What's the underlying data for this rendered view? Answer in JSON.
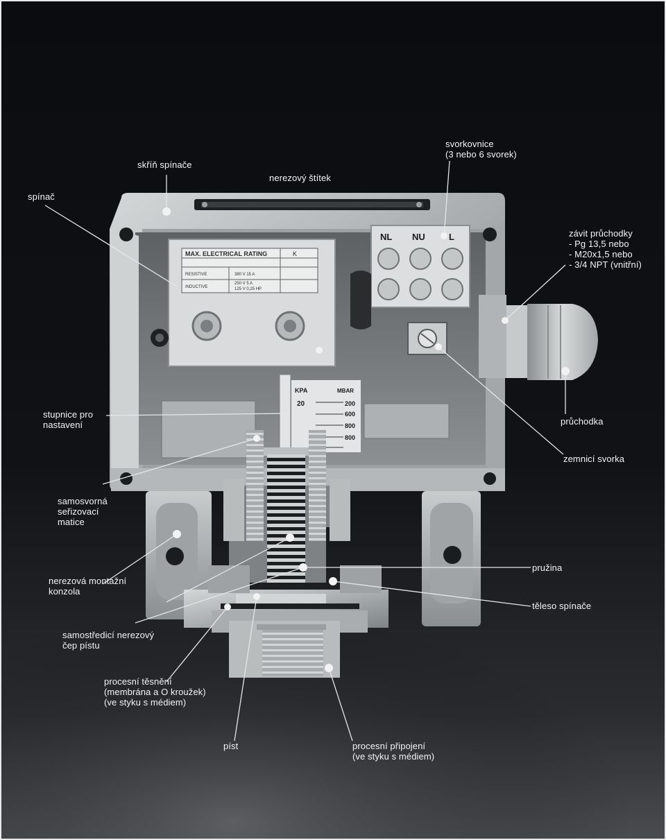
{
  "labels": {
    "skrin_spinace": "skříň spínače",
    "nerezovy_stitek": "nerezový štítek",
    "svorkovnice": [
      "svorkovnice",
      "(3 nebo 6 svorek)"
    ],
    "spinac": "spínač",
    "zavit_pruchodky": [
      "závit průchodky",
      "- Pg 13,5 nebo",
      "- M20x1,5 nebo",
      "- 3/4 NPT (vnitřní)"
    ],
    "stupnice": [
      "stupnice pro",
      "nastavení"
    ],
    "pruchodka": "průchodka",
    "zemnici_svorka": "zemnicí svorka",
    "samosvorna_matice": [
      "samosvorná",
      "seřizovací",
      "matice"
    ],
    "nerezova_konzola": [
      "nerezová montážní",
      "konzola"
    ],
    "pruzina": "pružina",
    "teleso_spinace": "těleso spínače",
    "cep_pistu": [
      "samostředicí nerezový",
      "čep pístu"
    ],
    "procesni_tesneni": [
      "procesní těsnění",
      "(membrána a O kroužek)",
      "(ve styku s médiem)"
    ],
    "pist": "píst",
    "procesni_pripojeni": [
      "procesní připojení",
      "(ve styku s médiem)"
    ]
  },
  "rating_plate": {
    "title": "MAX. ELECTRICAL RATING",
    "col_k": "K",
    "row1": "RESISTIVE",
    "row1_val": "380 V   15 A",
    "row2": "INDUCTIVE",
    "row2_val": "250 V  5 A",
    "row2_val2": "125 V  0,25   HP"
  },
  "terminals": [
    "NL",
    "NU",
    "L"
  ],
  "scale": {
    "left_unit": "KPA",
    "right_unit": "MBAR",
    "left_value": "20",
    "ticks": [
      "200",
      "600",
      "800",
      "800"
    ]
  },
  "colors": {
    "background_top": "#0b0d10",
    "background_bottom": "#2c2e31",
    "housing": "#b9bcbd",
    "housing_dark": "#7d8183",
    "label_text": "#f4f4f4",
    "leader_line": "#e6e6e6"
  }
}
